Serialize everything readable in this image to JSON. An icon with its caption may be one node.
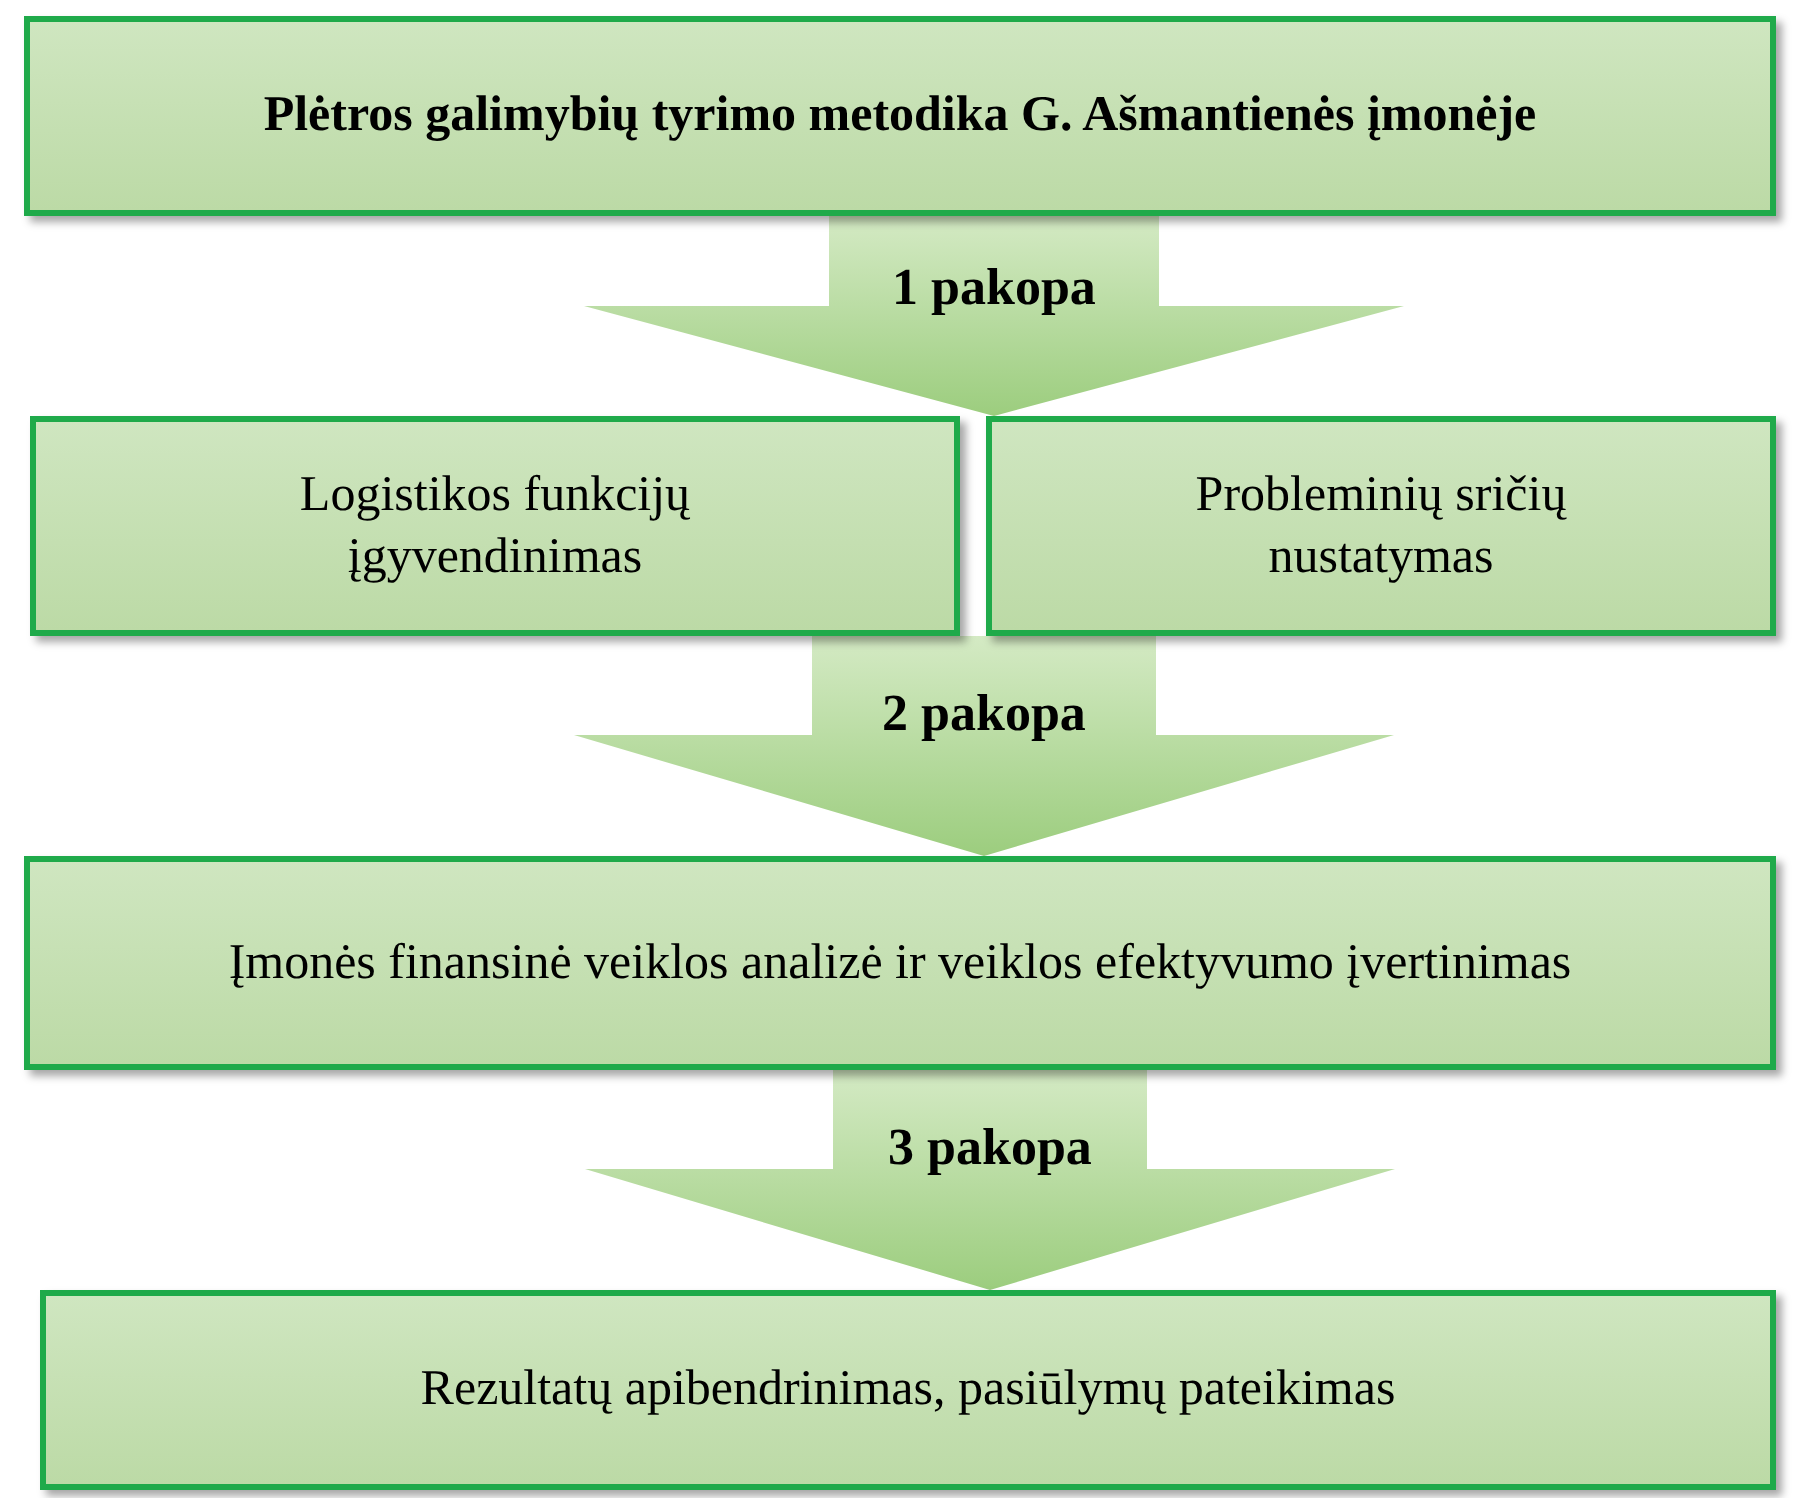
{
  "diagram": {
    "nodes": [
      {
        "text": [
          "Plėtros galimybių tyrimo metodika G. Ašmantienės įmonėje"
        ]
      },
      {
        "text": [
          "Logistikos funkcijų įgyvendinimas"
        ]
      },
      {
        "text": [
          "Probleminių sričių nustatymas"
        ]
      },
      {
        "text": [
          "Įmonės finansinė veiklos analizė ir veiklos efektyvumo įvertinimas"
        ]
      },
      {
        "text": [
          "Rezultatų apibendrinimas, pasiūlymų pateikimas"
        ]
      }
    ],
    "edges": [
      {
        "from": 0,
        "to": 1,
        "arrow": "to",
        "label": "1 pakopa"
      },
      {
        "from": 0,
        "to": 2,
        "arrow": "to"
      },
      {
        "from": 1,
        "to": 3,
        "arrow": "to",
        "label": "2 pakopa"
      },
      {
        "from": 2,
        "to": 3,
        "arrow": "to"
      },
      {
        "from": 3,
        "to": 4,
        "arrow": "to",
        "label": "3 pakopa"
      }
    ]
  }
}
